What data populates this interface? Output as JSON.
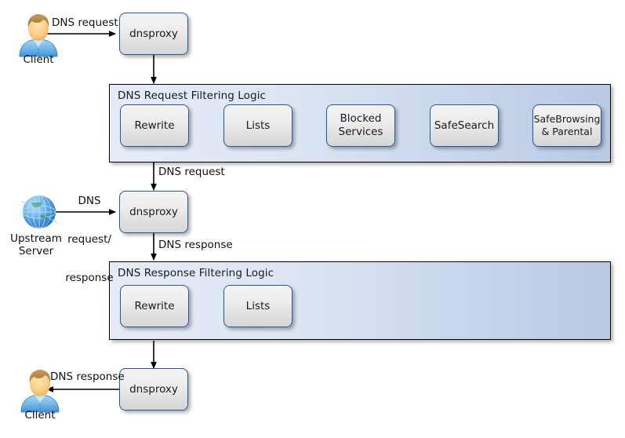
{
  "diagram": {
    "title": "AdGuard Home DNS request and response filtering flow",
    "background": "#ffffff",
    "node_border_color": "#2a5699",
    "group_border_color": "#000000",
    "group_fill_start": "#e6ecf7",
    "group_fill_end": "#b8c9e4"
  },
  "actors": [
    {
      "id": "client-top",
      "icon": "user-icon",
      "label": "Client"
    },
    {
      "id": "upstream",
      "icon": "globe-icon",
      "label": "Upstream\nServer",
      "line1": "Upstream",
      "line2": "Server"
    },
    {
      "id": "client-bottom",
      "icon": "user-icon",
      "label": "Client"
    }
  ],
  "proxies": [
    {
      "id": "dnsproxy-top",
      "label": "dnsproxy"
    },
    {
      "id": "dnsproxy-middle",
      "label": "dnsproxy"
    },
    {
      "id": "dnsproxy-bottom",
      "label": "dnsproxy"
    }
  ],
  "groups": [
    {
      "id": "request-filtering",
      "title": "DNS Request Filtering Logic",
      "nodes": [
        {
          "id": "rewrite-req",
          "label": "Rewrite"
        },
        {
          "id": "lists-req",
          "label": "Lists"
        },
        {
          "id": "blocked-services",
          "line1": "Blocked",
          "line2": "Services"
        },
        {
          "id": "safesearch",
          "label": "SafeSearch"
        },
        {
          "id": "safebrowsing",
          "line1": "SafeBrowsing",
          "line2": "& Parental"
        }
      ]
    },
    {
      "id": "response-filtering",
      "title": "DNS Response Filtering Logic",
      "nodes": [
        {
          "id": "rewrite-resp",
          "label": "Rewrite"
        },
        {
          "id": "lists-resp",
          "label": "Lists"
        }
      ]
    }
  ],
  "edges": [
    {
      "id": "client-to-proxy",
      "label": "DNS request"
    },
    {
      "id": "proxy-to-request-group",
      "label": ""
    },
    {
      "id": "request-group-to-proxy",
      "label": "DNS request"
    },
    {
      "id": "proxy-to-upstream",
      "line1": "DNS",
      "line2": "request/",
      "line3": "response"
    },
    {
      "id": "proxy-to-response-group",
      "label": "DNS response"
    },
    {
      "id": "response-group-to-proxy",
      "label": ""
    },
    {
      "id": "proxy-to-client",
      "label": "DNS response"
    }
  ]
}
